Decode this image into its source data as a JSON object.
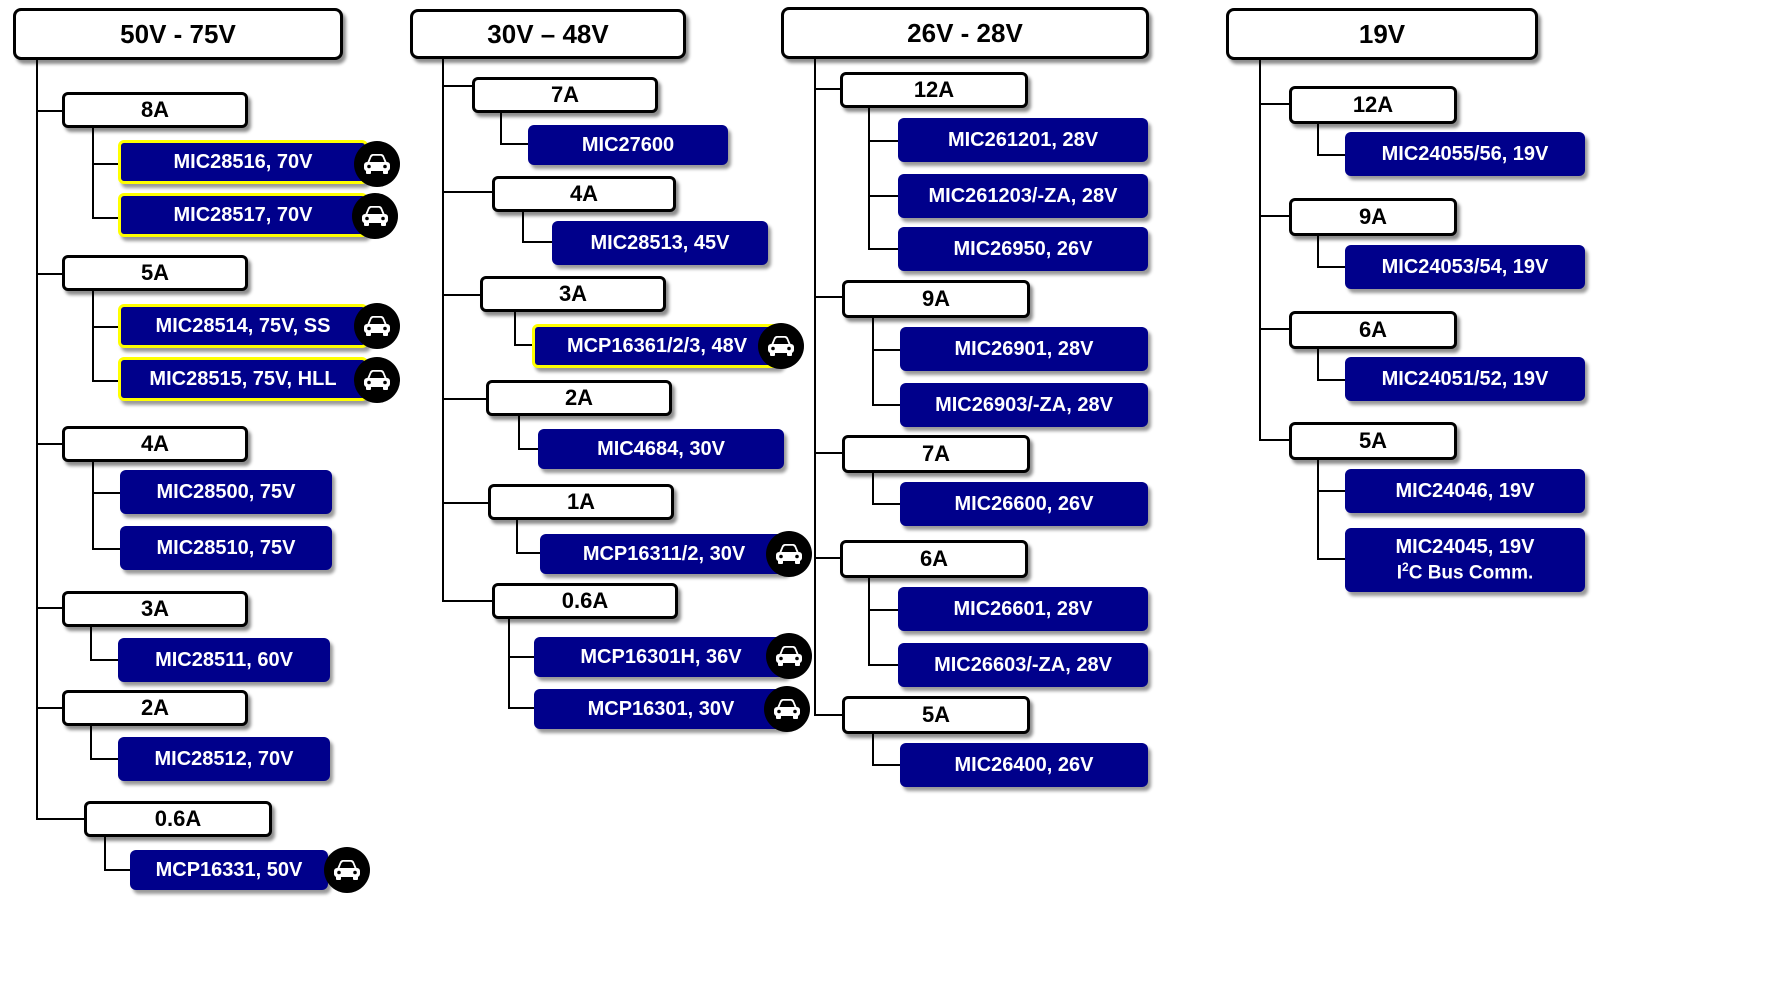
{
  "colors": {
    "part_fill": "#00008b",
    "automotive_border": "#ffff00",
    "box_border": "#000000"
  },
  "legend_icons": {
    "automotive": "car-icon"
  },
  "columns": [
    {
      "voltage": "50V - 75V",
      "groups": [
        {
          "current": "8A",
          "parts": [
            {
              "label": "MIC28516, 70V",
              "automotive": true
            },
            {
              "label": "MIC28517, 70V",
              "automotive": true
            }
          ]
        },
        {
          "current": "5A",
          "parts": [
            {
              "label": "MIC28514, 75V, SS",
              "automotive": true
            },
            {
              "label": "MIC28515, 75V, HLL",
              "automotive": true
            }
          ]
        },
        {
          "current": "4A",
          "parts": [
            {
              "label": "MIC28500, 75V",
              "automotive": false
            },
            {
              "label": "MIC28510, 75V",
              "automotive": false
            }
          ]
        },
        {
          "current": "3A",
          "parts": [
            {
              "label": "MIC28511, 60V",
              "automotive": false
            }
          ]
        },
        {
          "current": "2A",
          "parts": [
            {
              "label": "MIC28512, 70V",
              "automotive": false
            }
          ]
        },
        {
          "current": "0.6A",
          "parts": [
            {
              "label": "MCP16331, 50V",
              "automotive": true
            }
          ]
        }
      ]
    },
    {
      "voltage": "30V – 48V",
      "groups": [
        {
          "current": "7A",
          "parts": [
            {
              "label": "MIC27600",
              "automotive": false
            }
          ]
        },
        {
          "current": "4A",
          "parts": [
            {
              "label": "MIC28513, 45V",
              "automotive": false
            }
          ]
        },
        {
          "current": "3A",
          "parts": [
            {
              "label": "MCP16361/2/3, 48V",
              "automotive": true
            }
          ]
        },
        {
          "current": "2A",
          "parts": [
            {
              "label": "MIC4684, 30V",
              "automotive": false
            }
          ]
        },
        {
          "current": "1A",
          "parts": [
            {
              "label": "MCP16311/2, 30V",
              "automotive": true
            }
          ]
        },
        {
          "current": "0.6A",
          "parts": [
            {
              "label": "MCP16301H, 36V",
              "automotive": true
            },
            {
              "label": "MCP16301, 30V",
              "automotive": true
            }
          ]
        }
      ]
    },
    {
      "voltage": "26V - 28V",
      "groups": [
        {
          "current": "12A",
          "parts": [
            {
              "label": "MIC261201, 28V",
              "automotive": false
            },
            {
              "label": "MIC261203/-ZA, 28V",
              "automotive": false
            },
            {
              "label": "MIC26950, 26V",
              "automotive": false
            }
          ]
        },
        {
          "current": "9A",
          "parts": [
            {
              "label": "MIC26901, 28V",
              "automotive": false
            },
            {
              "label": "MIC26903/-ZA, 28V",
              "automotive": false
            }
          ]
        },
        {
          "current": "7A",
          "parts": [
            {
              "label": "MIC26600, 26V",
              "automotive": false
            }
          ]
        },
        {
          "current": "6A",
          "parts": [
            {
              "label": "MIC26601, 28V",
              "automotive": false
            },
            {
              "label": "MIC26603/-ZA, 28V",
              "automotive": false
            }
          ]
        },
        {
          "current": "5A",
          "parts": [
            {
              "label": "MIC26400, 26V",
              "automotive": false
            }
          ]
        }
      ]
    },
    {
      "voltage": "19V",
      "groups": [
        {
          "current": "12A",
          "parts": [
            {
              "label": "MIC24055/56, 19V",
              "automotive": false
            }
          ]
        },
        {
          "current": "9A",
          "parts": [
            {
              "label": "MIC24053/54, 19V",
              "automotive": false
            }
          ]
        },
        {
          "current": "6A",
          "parts": [
            {
              "label": "MIC24051/52, 19V",
              "automotive": false
            }
          ]
        },
        {
          "current": "5A",
          "parts": [
            {
              "label": "MIC24046, 19V",
              "automotive": false
            },
            {
              "label": "MIC24045, 19V",
              "sublabel_prefix": "I",
              "sublabel_sup": "2",
              "sublabel_rest": "C Bus Comm.",
              "automotive": false
            }
          ]
        }
      ]
    }
  ]
}
